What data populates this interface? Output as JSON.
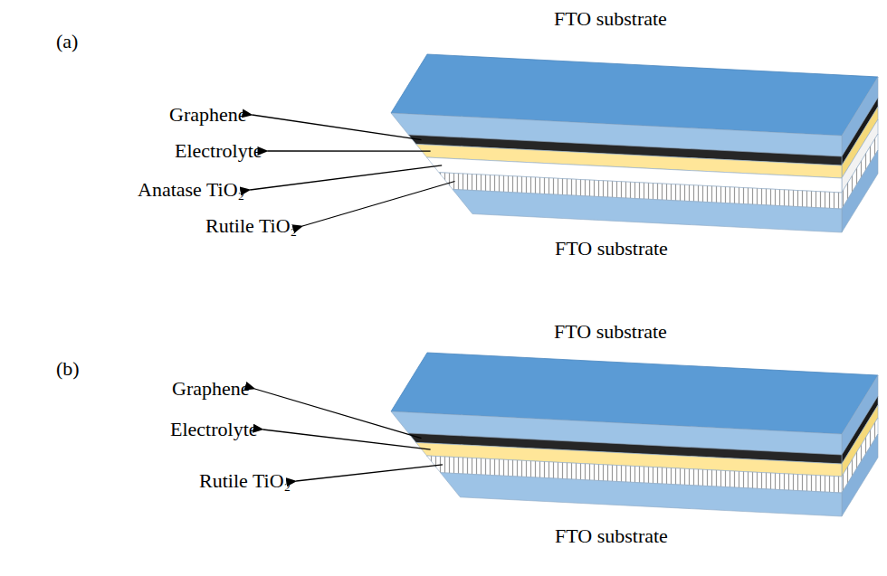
{
  "diagram": {
    "labels": [
      "(a)",
      "FTO substrate",
      "Graphene",
      "Electrolyte",
      "Anatase TiO₂",
      "Rutile TiO₂",
      "FTO substrate",
      "(b)",
      "FTO substrate",
      "Graphene",
      "Electrolyte",
      "Rutile TiO₂",
      "FTO substrate"
    ]
  }
}
